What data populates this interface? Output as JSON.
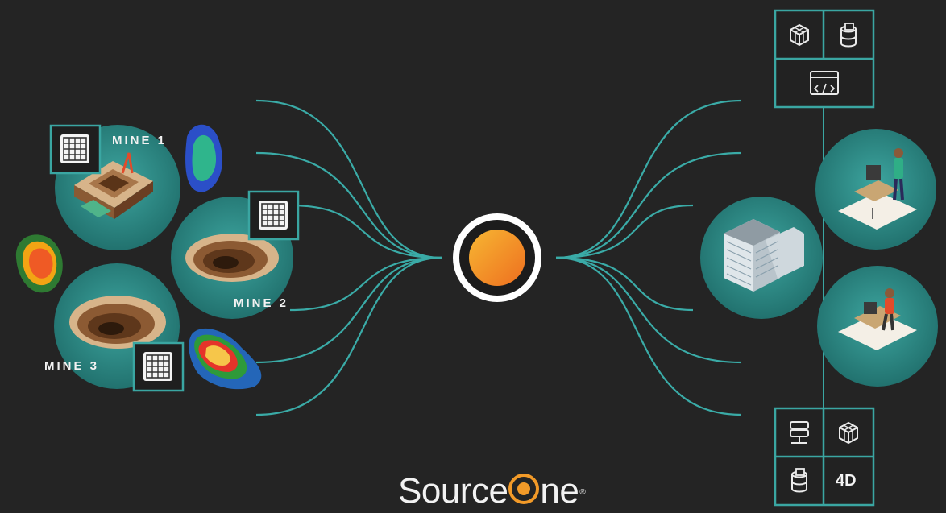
{
  "diagram": {
    "brand": {
      "prefix": "Source",
      "suffix": "ne",
      "mark": "®"
    },
    "mines": [
      {
        "label": "MINE 1"
      },
      {
        "label": "MINE 2"
      },
      {
        "label": "MINE 3"
      }
    ],
    "output_top": {
      "icons": [
        "cube-icon",
        "database-cylinder-icon",
        "code-window-icon"
      ]
    },
    "output_bottom": {
      "icons": [
        "server-stack-icon",
        "cube-icon",
        "database-cylinder-icon"
      ],
      "label_4d": "4D"
    },
    "colors": {
      "background": "#242424",
      "teal_line": "#3aaba7",
      "teal_circle": "#2f8f8b",
      "hub_orange": "#f29a28",
      "hub_white": "#ffffff",
      "box_stroke": "#3aa6a2"
    }
  }
}
